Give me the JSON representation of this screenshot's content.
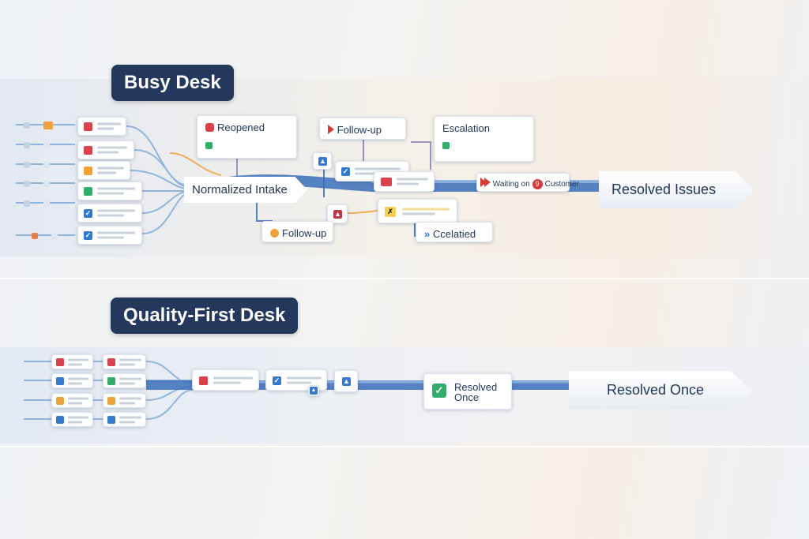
{
  "sections": {
    "busy": {
      "title": "Busy Desk"
    },
    "quality": {
      "title": "Quality-First Desk"
    }
  },
  "busy_desk": {
    "intake_label": "Normalized Intake",
    "outcome_label": "Resolved Issues",
    "status_cards": {
      "reopened": "Reopened",
      "follow_up_top": "Follow-up",
      "escalation": "Escalation",
      "waiting_on_customer": "Waiting on",
      "waiting_badge": "9",
      "waiting_suffix": "Customer",
      "follow_up_bottom": "Follow-up",
      "escalated": "Ccelatied"
    }
  },
  "quality_desk": {
    "outcome_label": "Resolved Once",
    "resolved_card": "Resolved Once"
  },
  "colors": {
    "label_bg": "#23385c",
    "flow_blue": "#3a6fb8",
    "red": "#d9414b",
    "orange": "#eea23c",
    "green": "#33ad6a",
    "blue": "#3479d0"
  }
}
